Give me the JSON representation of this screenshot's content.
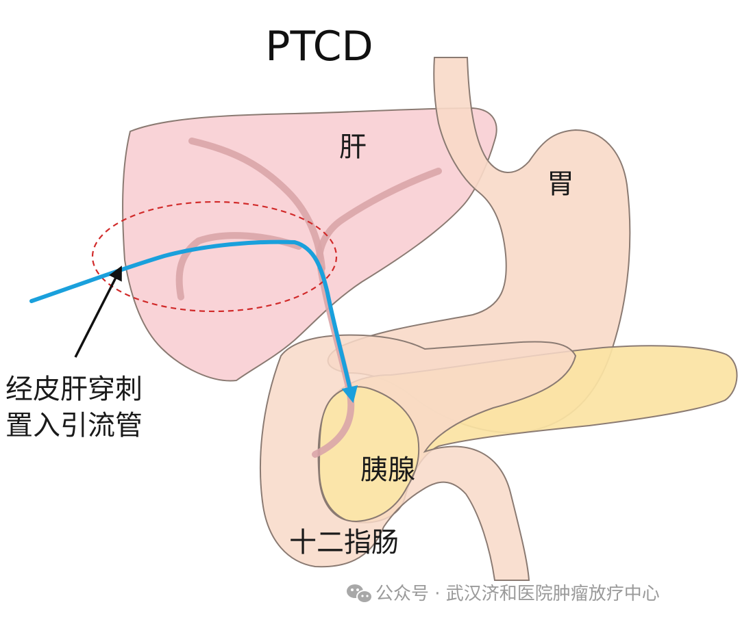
{
  "title": "PTCD",
  "labels": {
    "liver": "肝",
    "stomach": "胃",
    "pancreas": "胰腺",
    "duodenum": "十二指肠"
  },
  "annotation": {
    "line1": "经皮肝穿刺",
    "line2": "置入引流管"
  },
  "watermark": {
    "text": "公众号 · 武汉济和医院肿瘤放疗中心",
    "icon": "wechat-icon"
  },
  "colors": {
    "liver_fill": "#f9d3d7",
    "stomach_fill": "#f8d9c8",
    "pancreas_fill": "#fbe3a3",
    "outline": "#8a7a72",
    "bile_duct": "#d9a5a8",
    "drain_tube": "#1aa0dc",
    "target_ellipse": "#d12a2a",
    "arrow": "#111111"
  }
}
